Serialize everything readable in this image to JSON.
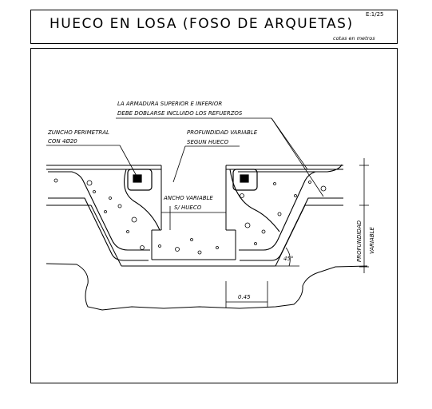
{
  "header": {
    "title": "HUECO EN LOSA (FOSO DE ARQUETAS)",
    "scale": "E:1/25",
    "units_note": "cotas en metros"
  },
  "labels": {
    "armadura_line1": "LA ARMADURA SUPERIOR E INFERIOR",
    "armadura_line2": "DEBE DOBLARSE INCLUIDO LOS REFUERZOS",
    "zuncho_line1": "ZUNCHO PERIMETRAL",
    "zuncho_line2": "CON 4Ø20",
    "profundidad_line1": "PROFUNDIDAD VARIABLE",
    "profundidad_line2": "SEGUN HUECO",
    "ancho_line1": "ANCHO VARIABLE",
    "ancho_line2": "S/ HUECO",
    "angle": "45°",
    "dimension": "0.45",
    "side_line1": "PROFUNDIDAD",
    "side_line2": "VARIABLE"
  }
}
